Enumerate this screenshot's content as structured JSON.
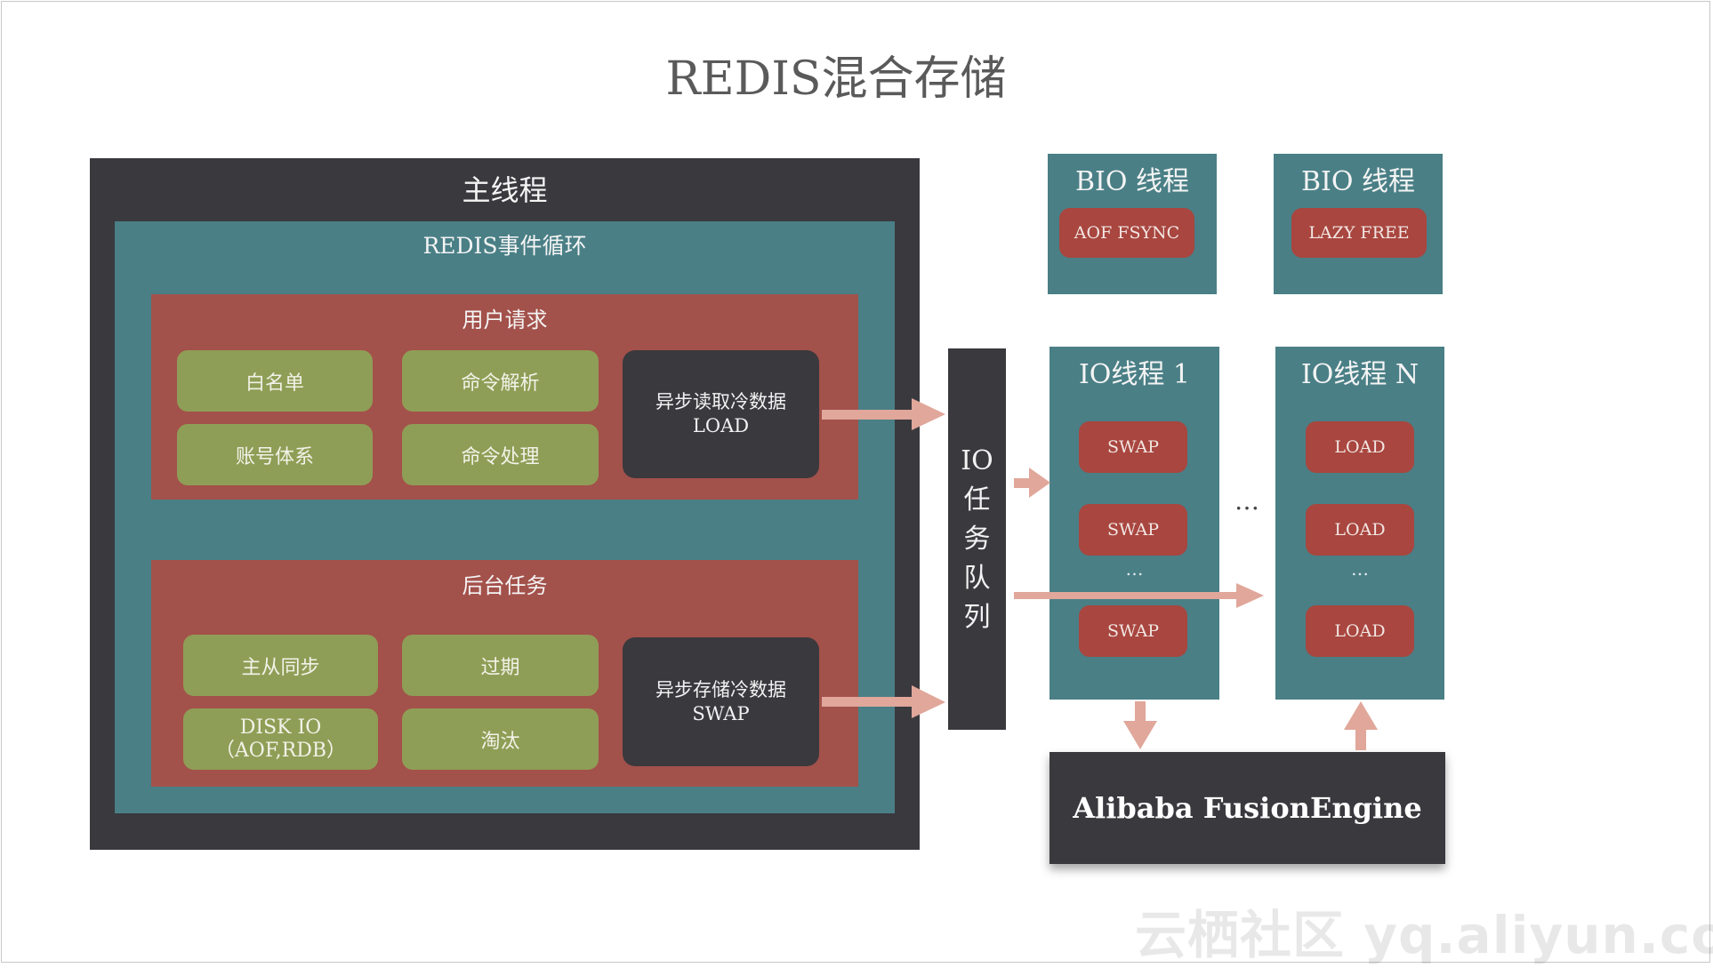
{
  "title": "REDIS混合存储",
  "main_thread": {
    "title": "主线程",
    "event_loop": {
      "title": "REDIS事件循环",
      "user_requests": {
        "title": "用户请求",
        "items": [
          "白名单",
          "命令解析",
          "账号体系",
          "命令处理"
        ],
        "async_load": {
          "line1": "异步读取冷数据",
          "line2": "LOAD"
        }
      },
      "background_tasks": {
        "title": "后台任务",
        "items": [
          "主从同步",
          "过期",
          "淘汰"
        ],
        "disk_io": {
          "line1": "DISK IO",
          "line2": "（AOF,RDB）"
        },
        "async_swap": {
          "line1": "异步存储冷数据",
          "line2": "SWAP"
        }
      }
    }
  },
  "io_queue": {
    "chars": [
      "IO",
      "任",
      "务",
      "队",
      "列"
    ]
  },
  "bio_threads": [
    {
      "title": "BIO 线程",
      "task": "AOF FSYNC"
    },
    {
      "title": "BIO 线程",
      "task": "LAZY FREE"
    }
  ],
  "io_threads": [
    {
      "title": "IO线程 1",
      "tasks": [
        "SWAP",
        "SWAP",
        "SWAP"
      ],
      "ellipsis": "…"
    },
    {
      "title": "IO线程 N",
      "tasks": [
        "LOAD",
        "LOAD",
        "LOAD"
      ],
      "ellipsis": "…"
    }
  ],
  "between_threads_ellipsis": "…",
  "engine": "Alibaba FusionEngine",
  "watermark": "云栖社区 yq.aliyun.com",
  "colors": {
    "dark": "#3a393e",
    "teal": "#4a7f86",
    "red": "#a3514b",
    "green": "#8f9e56",
    "arrow": "#e0a79a"
  }
}
